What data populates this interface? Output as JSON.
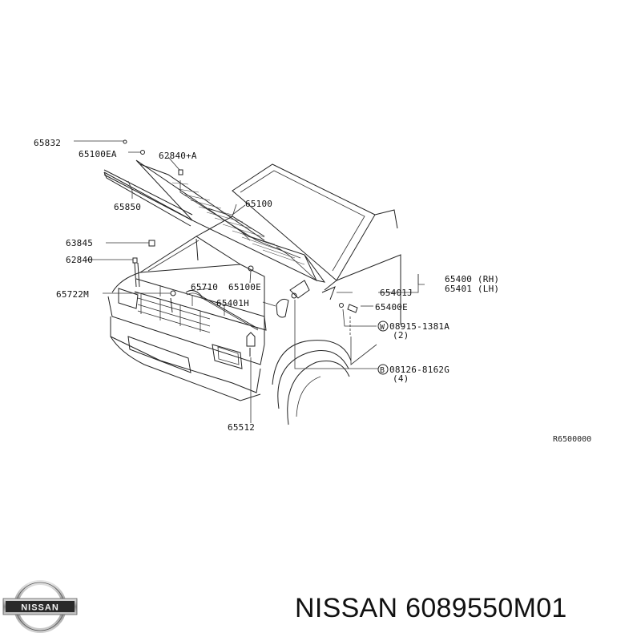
{
  "diagram": {
    "callouts": {
      "p65832": "65832",
      "p65100EA": "65100EA",
      "p62840A": "62840+A",
      "p65850": "65850",
      "p65100": "65100",
      "p63845": "63845",
      "p62840": "62840",
      "p65722M": "65722M",
      "p65710": "65710",
      "p65100E": "65100E",
      "p65401H": "65401H",
      "p65401J": "65401J",
      "p65400": "65400 (RH)",
      "p65401": "65401 (LH)",
      "p65400E": "65400E",
      "w08915": "08915-1381A",
      "w08915_qty": "(2)",
      "b08126": "08126-8162G",
      "b08126_qty": "(4)",
      "p65512": "65512"
    },
    "symbols": {
      "washer": "W",
      "bolt": "B"
    },
    "reference_code": "R6500000"
  },
  "footer": {
    "logo_text": "NISSAN",
    "brand": "NISSAN",
    "part_number": "6089550M01"
  }
}
